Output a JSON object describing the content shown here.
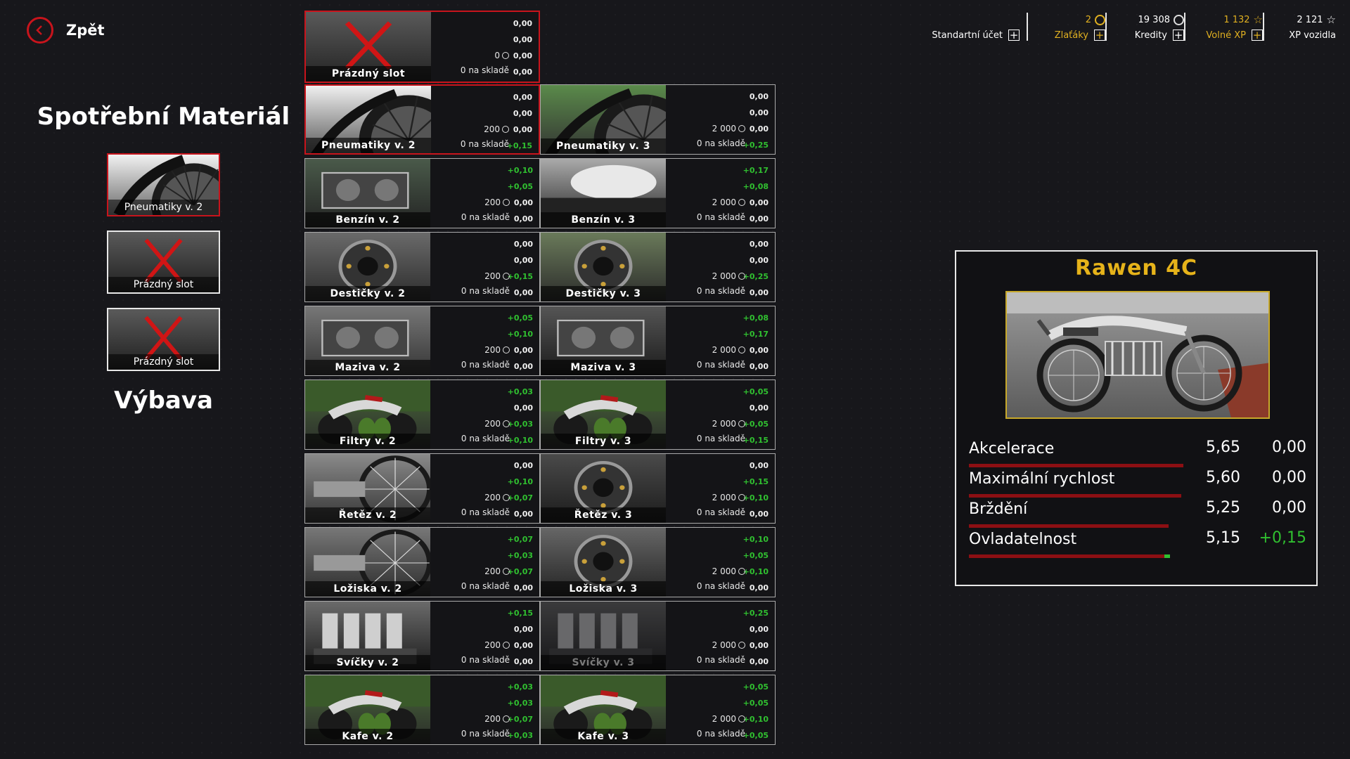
{
  "nav": {
    "back_label": "Zpět"
  },
  "sidebar": {
    "title": "Spotřební Materiál",
    "slots": [
      {
        "label": "Pneumatiky v. 2",
        "selected": true,
        "empty": false
      },
      {
        "label": "Prázdný slot",
        "selected": false,
        "empty": true
      },
      {
        "label": "Prázdný slot",
        "selected": false,
        "empty": true
      }
    ],
    "equipment_title": "Výbava"
  },
  "topbar": {
    "account": {
      "label": "Standartní účet"
    },
    "gold": {
      "value": "2",
      "label": "Zlaťáky"
    },
    "credits": {
      "value": "19 308",
      "label": "Kredity"
    },
    "free_xp": {
      "value": "1 132",
      "label": "Volné XP"
    },
    "driver_xp": {
      "value": "2 121",
      "label": "XP vozidla"
    }
  },
  "grid": {
    "cards": [
      {
        "name": "Prázdný slot",
        "price": "0",
        "stock": "0 na skladě",
        "stats": [
          "0,00",
          "0,00",
          "0,00",
          "0,00"
        ],
        "col": 0,
        "row": 0,
        "selected": true,
        "empty": true,
        "img": "empty"
      },
      {
        "name": "Pneumatiky v. 2",
        "price": "200",
        "stock": "0 na skladě",
        "stats": [
          "0,00",
          "0,00",
          "0,00",
          "+0,15"
        ],
        "col": 0,
        "row": 1,
        "selected": true,
        "img": "tire"
      },
      {
        "name": "Pneumatiky v. 3",
        "price": "2 000",
        "stock": "0 na skladě",
        "stats": [
          "0,00",
          "0,00",
          "0,00",
          "+0,25"
        ],
        "col": 1,
        "row": 1,
        "img": "tire2"
      },
      {
        "name": "Benzín v. 2",
        "price": "200",
        "stock": "0 na skladě",
        "stats": [
          "+0,10",
          "+0,05",
          "0,00",
          "0,00"
        ],
        "col": 0,
        "row": 2,
        "img": "engine"
      },
      {
        "name": "Benzín v. 3",
        "price": "2 000",
        "stock": "0 na skladě",
        "stats": [
          "+0,17",
          "+0,08",
          "0,00",
          "0,00"
        ],
        "col": 1,
        "row": 2,
        "img": "tank"
      },
      {
        "name": "Destičky v. 2",
        "price": "200",
        "stock": "0 na skladě",
        "stats": [
          "0,00",
          "0,00",
          "+0,15",
          "0,00"
        ],
        "col": 0,
        "row": 3,
        "img": "brake"
      },
      {
        "name": "Destičky v. 3",
        "price": "2 000",
        "stock": "0 na skladě",
        "stats": [
          "0,00",
          "0,00",
          "+0,25",
          "0,00"
        ],
        "col": 1,
        "row": 3,
        "img": "brake2"
      },
      {
        "name": "Maziva v. 2",
        "price": "200",
        "stock": "0 na skladě",
        "stats": [
          "+0,05",
          "+0,10",
          "0,00",
          "0,00"
        ],
        "col": 0,
        "row": 4,
        "img": "gear"
      },
      {
        "name": "Maziva v. 3",
        "price": "2 000",
        "stock": "0 na skladě",
        "stats": [
          "+0,08",
          "+0,17",
          "0,00",
          "0,00"
        ],
        "col": 1,
        "row": 4,
        "img": "shock"
      },
      {
        "name": "Filtry v. 2",
        "price": "200",
        "stock": "0 na skladě",
        "stats": [
          "+0,03",
          "0,00",
          "+0,03",
          "+0,10"
        ],
        "col": 0,
        "row": 5,
        "img": "bike"
      },
      {
        "name": "Filtry v. 3",
        "price": "2 000",
        "stock": "0 na skladě",
        "stats": [
          "+0,05",
          "0,00",
          "+0,05",
          "+0,15"
        ],
        "col": 1,
        "row": 5,
        "img": "bike"
      },
      {
        "name": "Řetěz v. 2",
        "price": "200",
        "stock": "0 na skladě",
        "stats": [
          "0,00",
          "+0,10",
          "+0,07",
          "0,00"
        ],
        "col": 0,
        "row": 6,
        "img": "chain"
      },
      {
        "name": "Řetěz v. 3",
        "price": "2 000",
        "stock": "0 na skladě",
        "stats": [
          "0,00",
          "+0,15",
          "+0,10",
          "0,00"
        ],
        "col": 1,
        "row": 6,
        "img": "sprocket"
      },
      {
        "name": "Ložiska v. 2",
        "price": "200",
        "stock": "0 na skladě",
        "stats": [
          "+0,07",
          "+0,03",
          "+0,07",
          "0,00"
        ],
        "col": 0,
        "row": 7,
        "img": "wheel"
      },
      {
        "name": "Ložiska v. 3",
        "price": "2 000",
        "stock": "0 na skladě",
        "stats": [
          "+0,10",
          "+0,05",
          "+0,10",
          "0,00"
        ],
        "col": 1,
        "row": 7,
        "img": "hub"
      },
      {
        "name": "Svíčky v. 2",
        "price": "200",
        "stock": "0 na skladě",
        "stats": [
          "+0,15",
          "0,00",
          "0,00",
          "0,00"
        ],
        "col": 0,
        "row": 8,
        "img": "cyl"
      },
      {
        "name": "Svíčky v. 3",
        "price": "2 000",
        "stock": "0 na skladě",
        "stats": [
          "+0,25",
          "0,00",
          "0,00",
          "0,00"
        ],
        "col": 1,
        "row": 8,
        "img": "cyl",
        "dim": true
      },
      {
        "name": "Kafe v. 2",
        "price": "200",
        "stock": "0 na skladě",
        "stats": [
          "+0,03",
          "+0,03",
          "+0,07",
          "+0,03"
        ],
        "col": 0,
        "row": 9,
        "img": "bike"
      },
      {
        "name": "Kafe v. 3",
        "price": "2 000",
        "stock": "0 na skladě",
        "stats": [
          "+0,05",
          "+0,05",
          "+0,10",
          "+0,05"
        ],
        "col": 1,
        "row": 9,
        "img": "bike"
      }
    ]
  },
  "vehicle": {
    "name": "Rawen 4C",
    "stats": [
      {
        "name": "Akcelerace",
        "value": "5,65",
        "delta": "0,00",
        "level": 0.565,
        "bonus": 0
      },
      {
        "name": "Maximální rychlost",
        "value": "5,60",
        "delta": "0,00",
        "level": 0.56,
        "bonus": 0
      },
      {
        "name": "Brždění",
        "value": "5,25",
        "delta": "0,00",
        "level": 0.525,
        "bonus": 0
      },
      {
        "name": "Ovladatelnost",
        "value": "5,15",
        "delta": "+0,15",
        "level": 0.515,
        "bonus": 0.015
      }
    ]
  },
  "colors": {
    "accent": "#c8141c",
    "gold": "#e6b31a",
    "positive": "#30c030",
    "bar": "#8c0f13"
  }
}
